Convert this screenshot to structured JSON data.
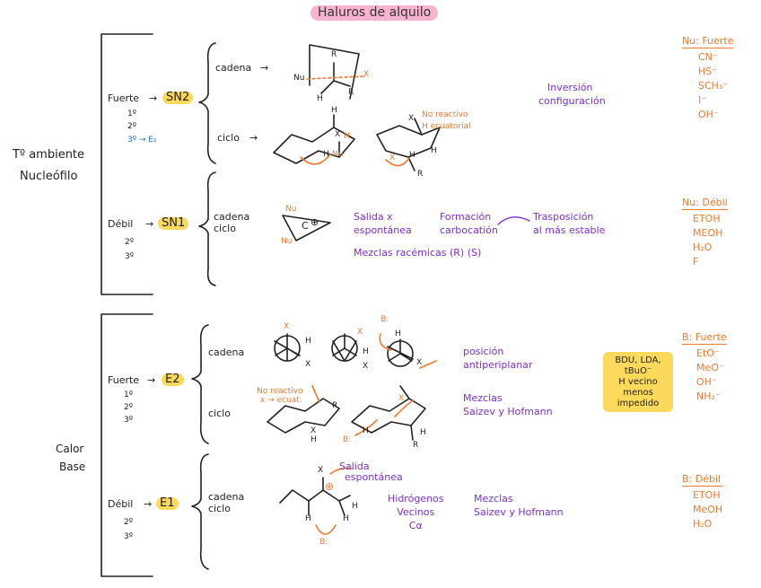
{
  "title": "Haluros de alquilo",
  "sections": [
    {
      "label_lines": [
        "Tº ambiente",
        "Nucleófilo"
      ],
      "rows": [
        {
          "strength": "Fuerte",
          "mechanism": "SN2",
          "degrees": [
            "1º",
            "2º"
          ],
          "note": "3º → E₂",
          "cases": [
            {
              "label": "cadena",
              "arrow": "→"
            },
            {
              "label": "ciclo",
              "arrow": "→"
            }
          ],
          "annotations": {
            "inversion": [
              "Inversión",
              "configuración"
            ],
            "no_reactivo": [
              "No reactivo",
              "H ecuatorial"
            ]
          }
        },
        {
          "strength": "Débil",
          "mechanism": "SN1",
          "degrees": [
            "2º",
            "3º"
          ],
          "cases_lines": [
            "cadena",
            "ciclo"
          ],
          "annotations": {
            "salida": [
              "Salida x",
              "espontánea"
            ],
            "formacion": [
              "Formación",
              "carbocatión"
            ],
            "trasposicion": [
              "Trasposición",
              "al más estable"
            ],
            "mezclas": "Mezclas racémicas (R) (S)"
          }
        }
      ],
      "reagents": [
        {
          "heading": "Nu: Fuerte",
          "items": [
            "CN⁻",
            "HS⁻",
            "SCH₃⁻",
            "I⁻",
            "OH⁻"
          ]
        },
        {
          "heading": "Nu: Débil",
          "items": [
            "ETOH",
            "MEOH",
            "H₂O",
            "F"
          ]
        }
      ]
    },
    {
      "label_lines": [
        "Calor",
        "Base"
      ],
      "rows": [
        {
          "strength": "Fuerte",
          "mechanism": "E2",
          "degrees": [
            "1º",
            "2º",
            "3º"
          ],
          "cases": [
            {
              "label": "cadena"
            },
            {
              "label": "ciclo"
            }
          ],
          "annotations": {
            "posicion": [
              "posición",
              "antiperiplanar"
            ],
            "mezclas": [
              "Mezclas",
              "Saizev y Hofmann"
            ],
            "no_reactivo": [
              "No reactivo",
              "x → ecuat."
            ]
          }
        },
        {
          "strength": "Débil",
          "mechanism": "E1",
          "degrees": [
            "2º",
            "3º"
          ],
          "cases_lines": [
            "cadena",
            "ciclo"
          ],
          "annotations": {
            "salida": [
              "Salida",
              "espontánea"
            ],
            "hidrogenos": [
              "Hidrógenos",
              "Vecinos",
              "Cα"
            ],
            "mezclas": [
              "Mezclas",
              "Saizev y Hofmann"
            ]
          }
        }
      ],
      "box": [
        "BDU, LDA,",
        "tBuO⁻",
        "H vecino",
        "menos",
        "impedido"
      ],
      "reagents": [
        {
          "heading": "B: Fuerte",
          "items": [
            "EtO⁻",
            "MeO⁻",
            "OH⁻",
            "NH₂⁻"
          ]
        },
        {
          "heading": "B: Débil",
          "items": [
            "ETOH",
            "MeOH",
            "H₂O"
          ]
        }
      ]
    }
  ],
  "atoms": {
    "nu": "Nu",
    "r": "R",
    "x": "X",
    "h": "H",
    "b": "B:",
    "c": "C",
    "plus": "⊕"
  },
  "colors": {
    "orange": "#f07a2a",
    "purple": "#7b2fd0",
    "blue": "#1f6fd0",
    "yellow": "#fbd95b",
    "pink": "#f7b3cf"
  }
}
